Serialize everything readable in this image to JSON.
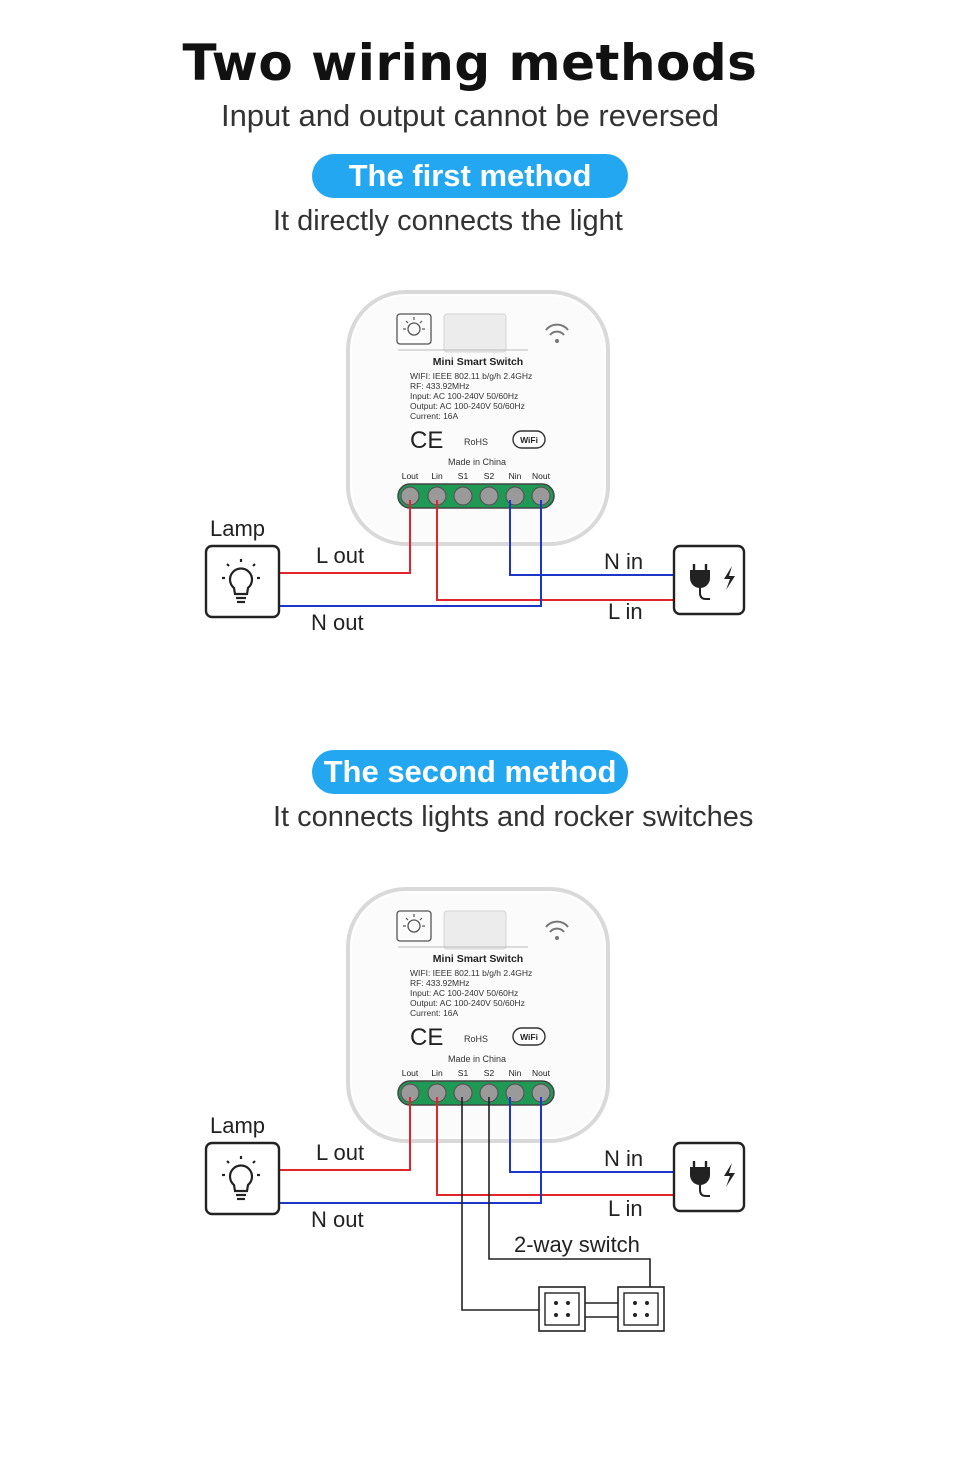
{
  "header": {
    "title": "Two  wiring methods",
    "subtitle": "Input and output cannot be reversed"
  },
  "methods": [
    {
      "pill": "The first method",
      "description": "It directly connects the light",
      "device": {
        "title": "Mini  Smart  Switch",
        "spec_lines": [
          "WIFI: IEEE 802.11 b/g/h  2.4GHz",
          "RF: 433.92MHz",
          "Input:  AC 100-240V  50/60Hz",
          "Output:  AC 100-240V  50/60Hz",
          "Current:  16A"
        ],
        "ce": "CE",
        "rohs": "RoHS",
        "wifi_badge": "WiFi",
        "made_in": "Made in China",
        "terminals": [
          "Lout",
          "Lin",
          "S1",
          "S2",
          "Nin",
          "Nout"
        ]
      },
      "labels": {
        "lamp": "Lamp",
        "l_out": "L out",
        "n_out": "N out",
        "n_in": "N in",
        "l_in": "L in"
      }
    },
    {
      "pill": "The second method",
      "description": "It connects lights and rocker switches",
      "device": {
        "title": "Mini  Smart  Switch",
        "spec_lines": [
          "WIFI: IEEE 802.11 b/g/h  2.4GHz",
          "RF: 433.92MHz",
          "Input:  AC 100-240V  50/60Hz",
          "Output:  AC 100-240V  50/60Hz",
          "Current:  16A"
        ],
        "ce": "CE",
        "rohs": "RoHS",
        "wifi_badge": "WiFi",
        "made_in": "Made in China",
        "terminals": [
          "Lout",
          "Lin",
          "S1",
          "S2",
          "Nin",
          "Nout"
        ]
      },
      "labels": {
        "lamp": "Lamp",
        "l_out": "L out",
        "n_out": "N out",
        "n_in": "N in",
        "l_in": "L in",
        "switch": "2-way switch"
      }
    }
  ],
  "colors": {
    "accent": "#23a7f0",
    "live_wire": "#e0262b",
    "neutral_wire": "#1b36c8",
    "switch_wire": "#222222"
  }
}
